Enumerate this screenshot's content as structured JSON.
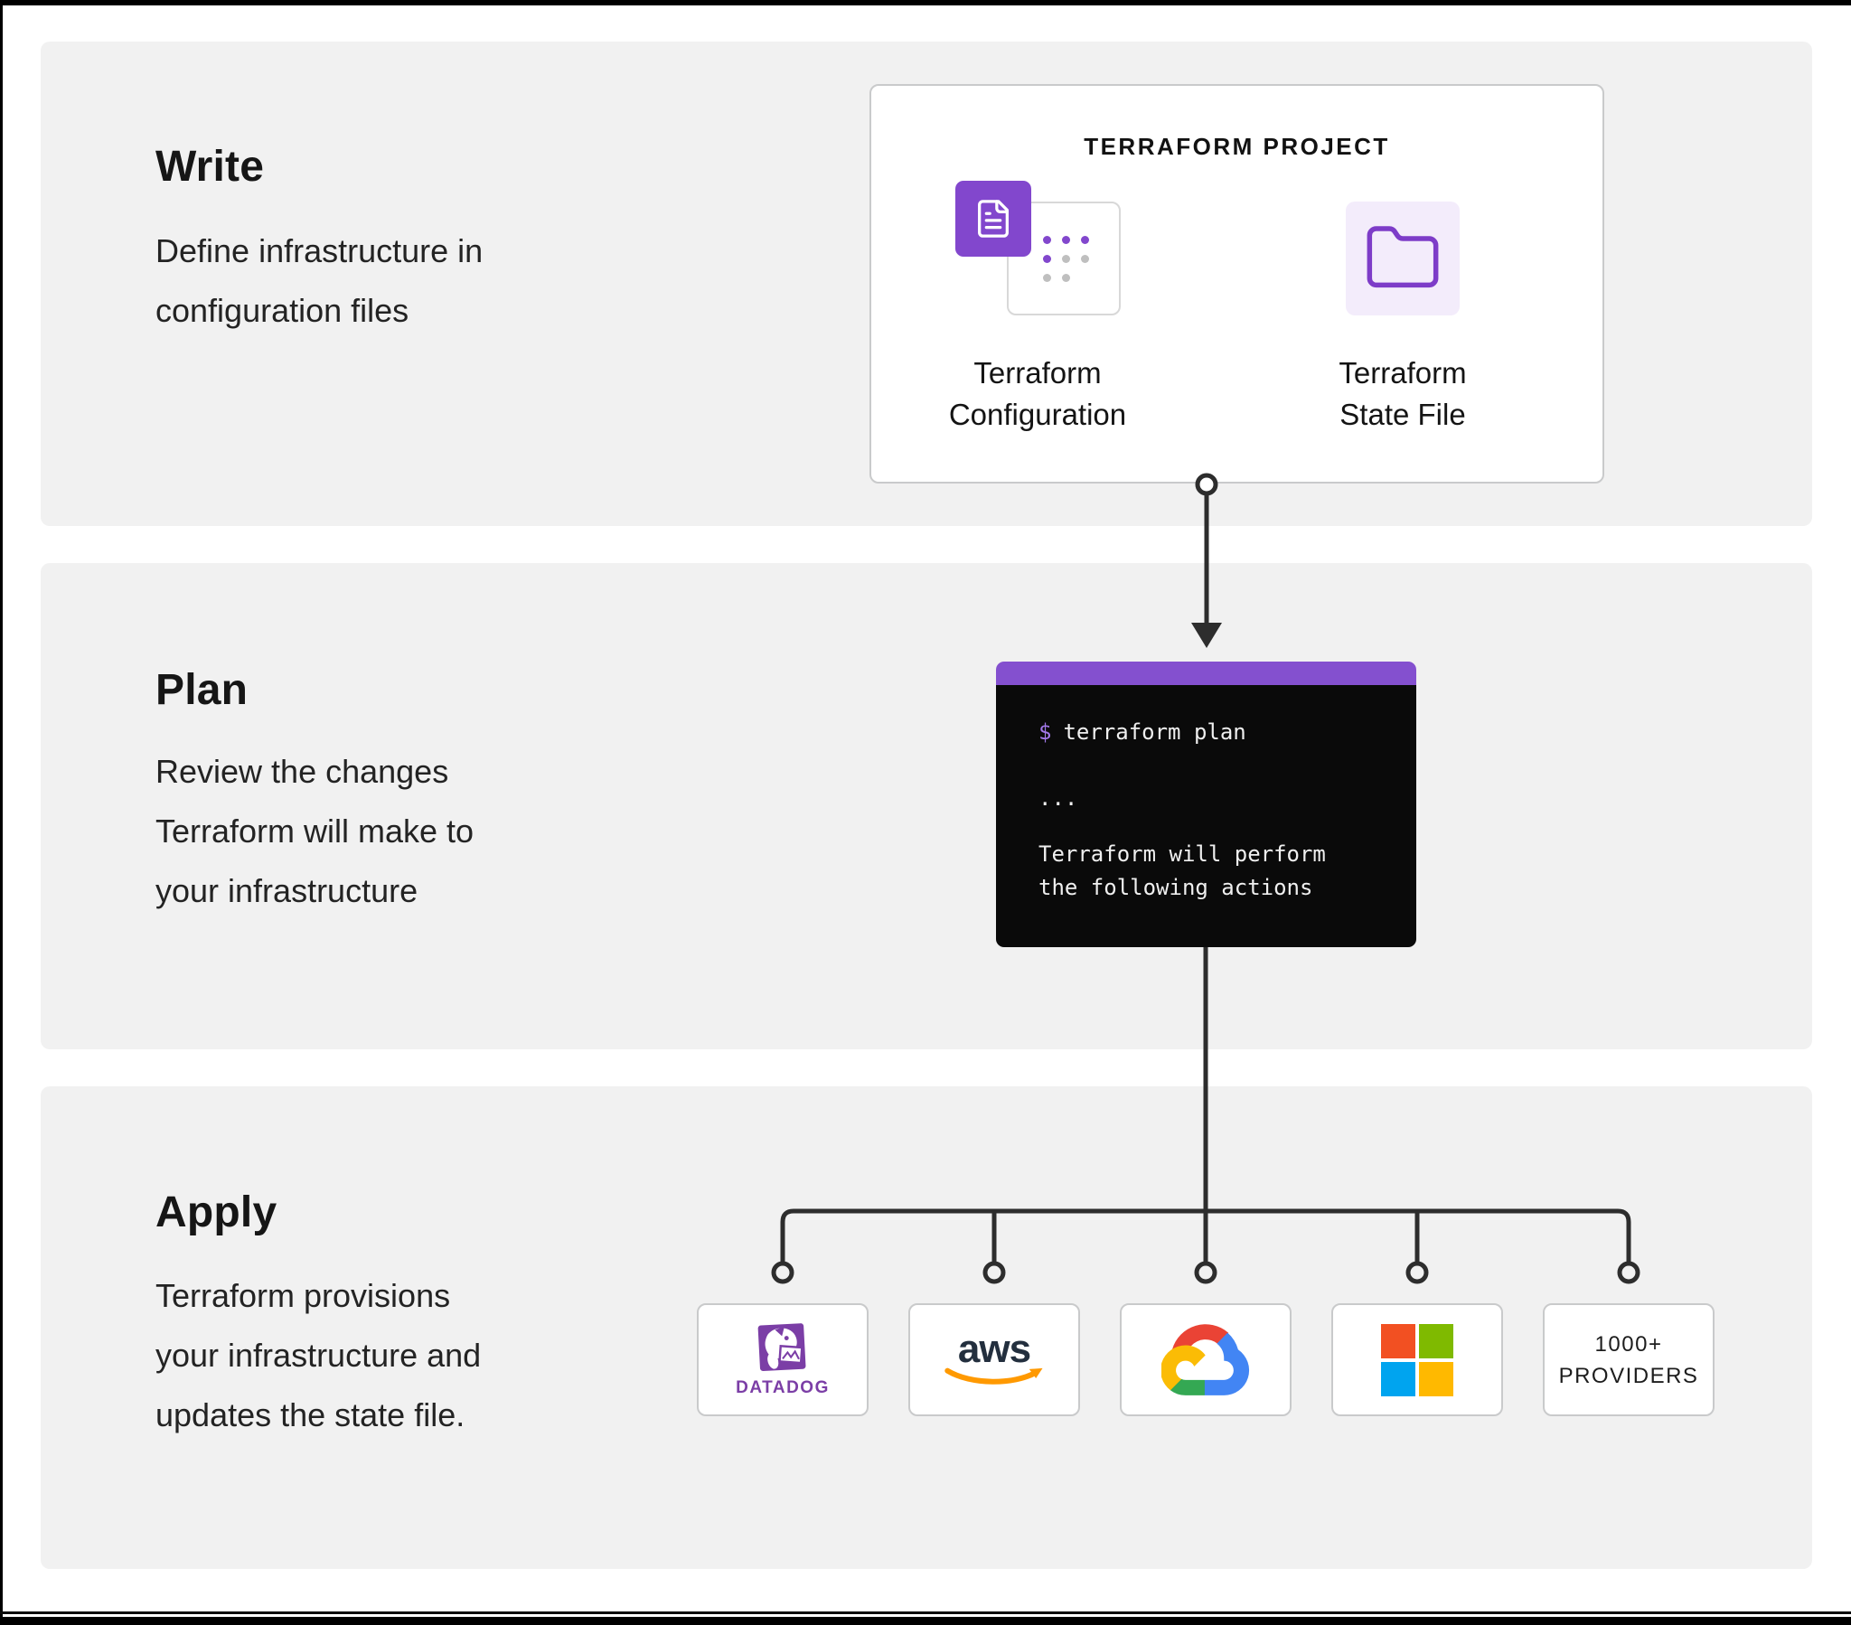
{
  "sections": {
    "write": {
      "title": "Write",
      "description": [
        "Define infrastructure in",
        "configuration files"
      ]
    },
    "plan": {
      "title": "Plan",
      "description": [
        "Review the changes",
        "Terraform will make to",
        "your infrastructure"
      ]
    },
    "apply": {
      "title": "Apply",
      "description": [
        "Terraform provisions",
        "your infrastructure and",
        "updates the state file."
      ]
    }
  },
  "project_card": {
    "title": "TERRAFORM PROJECT",
    "items": [
      {
        "icon": "file-text-icon",
        "label_line1": "Terraform",
        "label_line2": "Configuration"
      },
      {
        "icon": "folder-icon",
        "label_line1": "Terraform",
        "label_line2": "State File"
      }
    ]
  },
  "terminal": {
    "prompt": "$",
    "command": "terraform plan",
    "ellipsis": "...",
    "output": [
      "Terraform will perform",
      "the following actions"
    ]
  },
  "providers": [
    {
      "name": "Datadog",
      "label": "DATADOG"
    },
    {
      "name": "AWS",
      "logo_text": "aws"
    },
    {
      "name": "Google Cloud"
    },
    {
      "name": "Microsoft"
    },
    {
      "name": "1000+ Providers",
      "line1": "1000+",
      "line2": "PROVIDERS"
    }
  ],
  "colors": {
    "section_bg": "#f1f1f1",
    "purple_icon": "#8247cd",
    "purple_stroke": "#7d3cc8",
    "terminal_purple": "#8450cf",
    "terminal_bg": "#0a0a0a",
    "lavender": "#f3ecfb",
    "connector": "#2d2d2d",
    "datadog_purple": "#7b3ea6",
    "aws_navy": "#232f3e",
    "aws_orange": "#ff9900",
    "gcp_red": "#ea4335",
    "gcp_blue": "#4285f4",
    "gcp_green": "#34a853",
    "gcp_yellow": "#fbbc05",
    "ms_red": "#f25022",
    "ms_green": "#7fba00",
    "ms_blue": "#00a4ef",
    "ms_yellow": "#ffb900"
  }
}
